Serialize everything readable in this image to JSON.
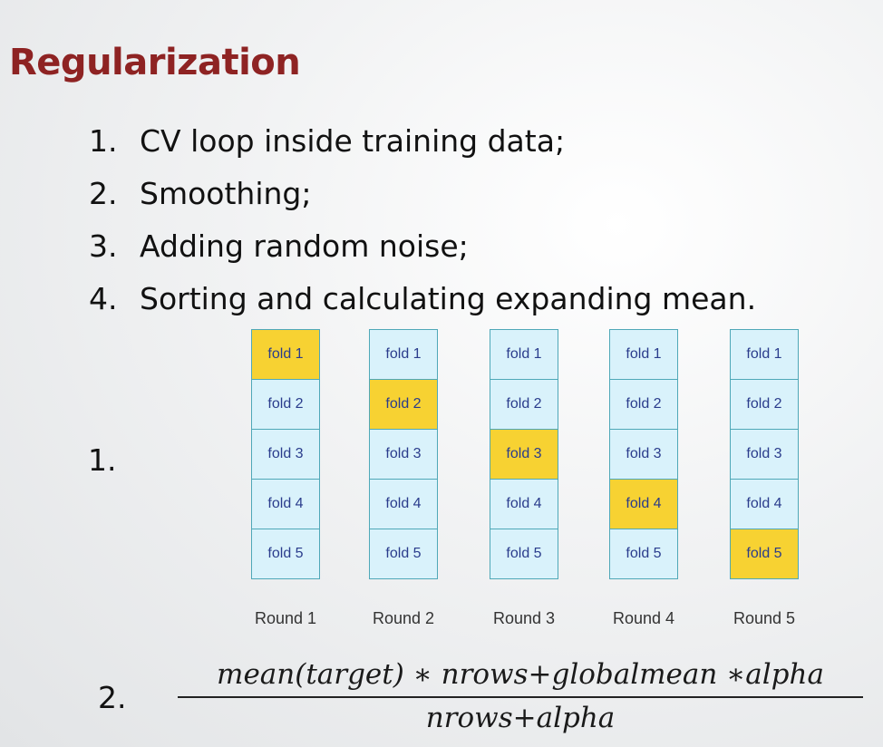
{
  "title": "Regularization",
  "items": [
    {
      "num": "1.",
      "text": "CV loop inside training data;"
    },
    {
      "num": "2.",
      "text": "Smoothing;"
    },
    {
      "num": "3.",
      "text": "Adding random noise;"
    },
    {
      "num": "4.",
      "text": "Sorting and calculating expanding mean."
    }
  ],
  "diagram_label": "1.",
  "folds": [
    "fold 1",
    "fold 2",
    "fold 3",
    "fold 4",
    "fold 5"
  ],
  "rounds": [
    {
      "label": "Round 1",
      "active_fold": 1
    },
    {
      "label": "Round 2",
      "active_fold": 2
    },
    {
      "label": "Round 3",
      "active_fold": 3
    },
    {
      "label": "Round 4",
      "active_fold": 4
    },
    {
      "label": "Round 5",
      "active_fold": 5
    }
  ],
  "formula": {
    "label": "2.",
    "numerator": "mean(target) ∗ nrows+globalmean ∗alpha",
    "denominator": "nrows+alpha"
  },
  "colors": {
    "title": "#8e2323",
    "fold": "#d9f2fb",
    "fold_active": "#f7d232",
    "fold_border": "#4fa8b8",
    "fold_text": "#2a3c8c"
  }
}
